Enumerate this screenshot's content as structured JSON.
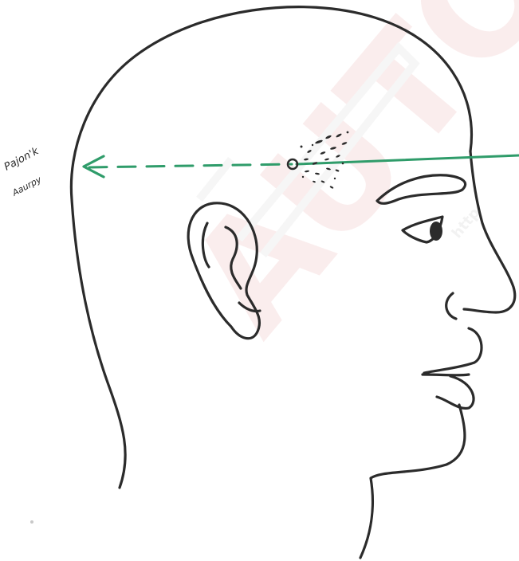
{
  "label": {
    "line1": "Pajon'k",
    "line2": "Aaurpy"
  },
  "watermark": {
    "text": "AUTO",
    "small_text": "http"
  },
  "colors": {
    "outline": "#2b2b2b",
    "exit_trajectory": "#2f9c6a",
    "watermark": "#e8a0a0",
    "watermark_faint": "#d8d8d8",
    "background": "#ffffff"
  },
  "icons": {
    "arrowhead": "arrow-left-icon",
    "entry_mark": "circle-icon",
    "stippling": "gunpowder-stippling-icon"
  }
}
